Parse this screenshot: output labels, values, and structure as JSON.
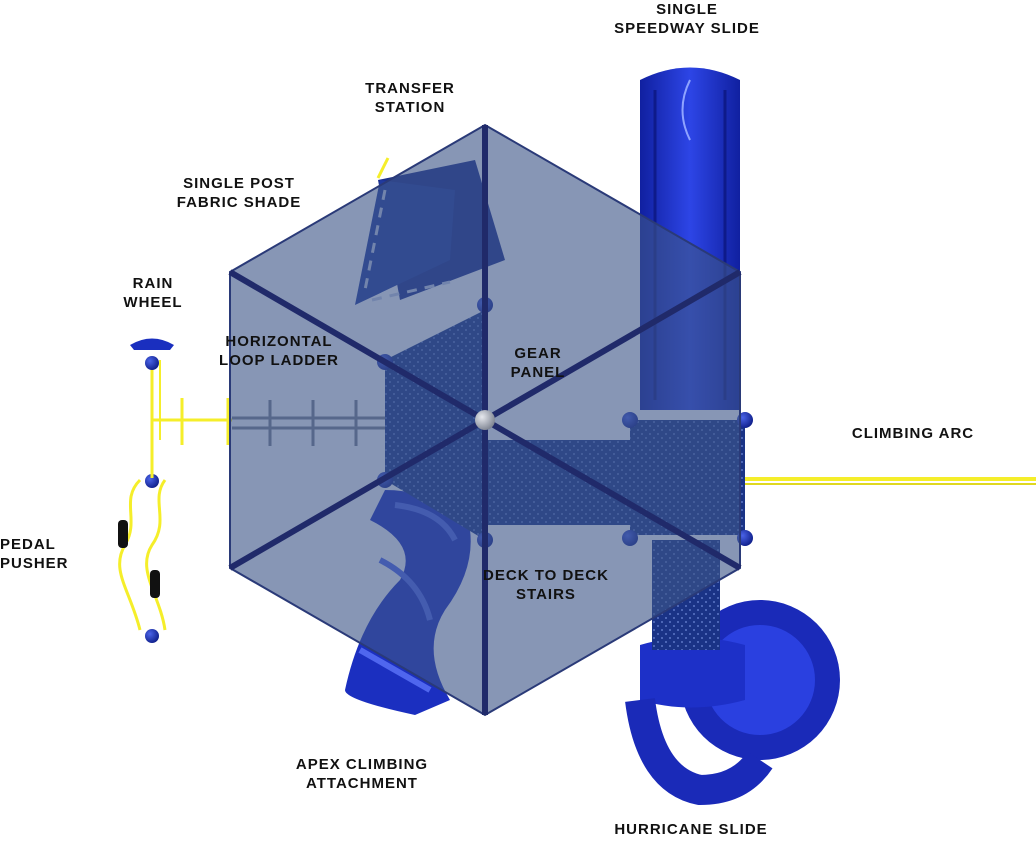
{
  "colors": {
    "shade": "#5a6f96",
    "structure_blue": "#1f3a9a",
    "deck_blue": "#1a3386",
    "slide_blue": "#1d2fc4",
    "frame_dark": "#202a6a",
    "rail_yellow": "#f5ee2a",
    "post_gray": "#8a8f98",
    "label_text": "#111111"
  },
  "labels": {
    "single_speedway_slide": [
      "SINGLE",
      "SPEEDWAY SLIDE"
    ],
    "transfer_station": [
      "TRANSFER",
      "STATION"
    ],
    "single_post_fabric_shade": [
      "SINGLE POST",
      "FABRIC SHADE"
    ],
    "rain_wheel": [
      "RAIN",
      "WHEEL"
    ],
    "horizontal_loop_ladder": [
      "HORIZONTAL",
      "LOOP LADDER"
    ],
    "gear_panel": [
      "GEAR",
      "PANEL"
    ],
    "climbing_arc": [
      "CLIMBING ARC"
    ],
    "pedal_pusher": [
      "PEDAL",
      "PUSHER"
    ],
    "deck_to_deck_stairs": [
      "DECK TO DECK",
      "STAIRS"
    ],
    "apex_climbing_attachment": [
      "APEX CLIMBING",
      "ATTACHMENT"
    ],
    "hurricane_slide": [
      "HURRICANE SLIDE"
    ]
  }
}
